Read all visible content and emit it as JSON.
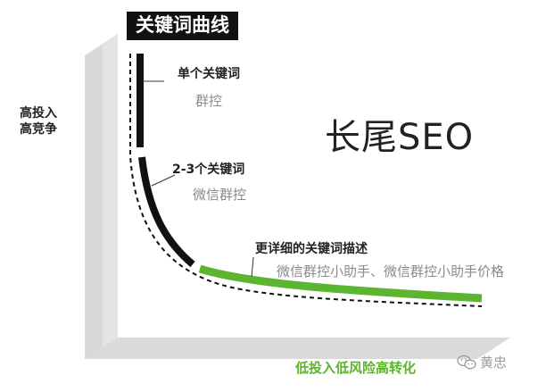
{
  "diagram": {
    "curve_title": "关键词曲线",
    "main_title": "长尾SEO",
    "y_axis_label": [
      "高投入",
      "高竞争"
    ],
    "x_axis_label": "低投入低风险高转化",
    "segments": [
      {
        "title": "单个关键词",
        "example": "群控"
      },
      {
        "title": "2-3个关键词",
        "example": "微信群控"
      },
      {
        "title": "更详细的关键词描述",
        "example": "微信群控小助手、微信群控小助手价格"
      }
    ],
    "colors": {
      "head": "#111111",
      "tail": "#5cb531",
      "axis": "#d9d9d9",
      "x_axis_text": "#59b52a"
    }
  },
  "watermark": {
    "icon": "wechat-icon",
    "text": "黄忠"
  }
}
